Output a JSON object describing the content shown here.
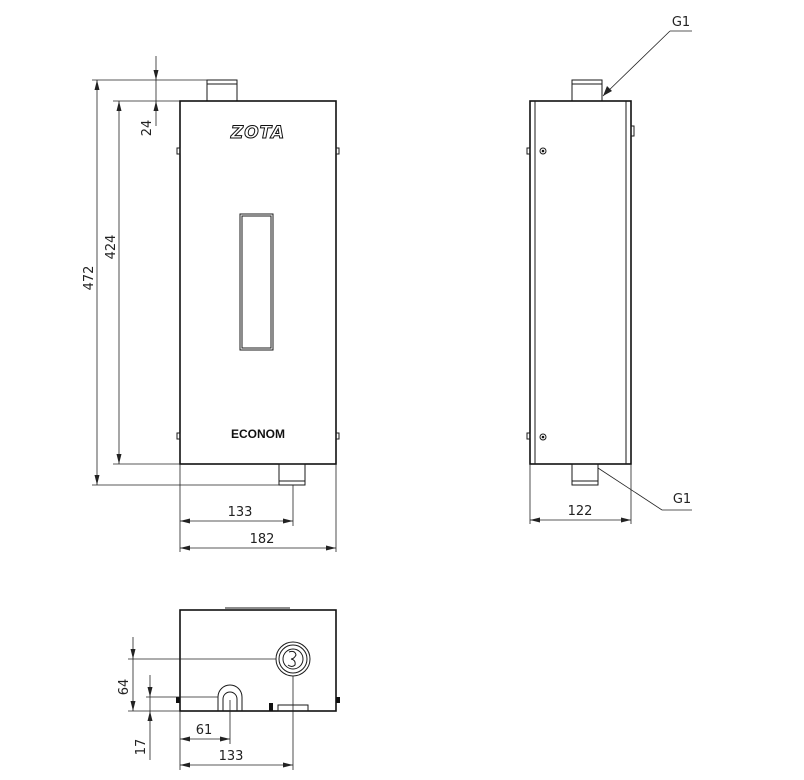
{
  "front_view": {
    "brand_logo": "ZOTA",
    "model_label": "ECONOM"
  },
  "dimensions": {
    "height_total": "472",
    "height_body": "424",
    "top_offset": "24",
    "width_outlet": "133",
    "width_total": "182",
    "depth": "122",
    "bottom_outlet_x": "133",
    "bottom_inlet_x": "61",
    "bottom_outlet_height": "64",
    "bottom_inlet_height": "17"
  },
  "callouts": {
    "top_connection": "G1",
    "bottom_connection": "G1"
  }
}
